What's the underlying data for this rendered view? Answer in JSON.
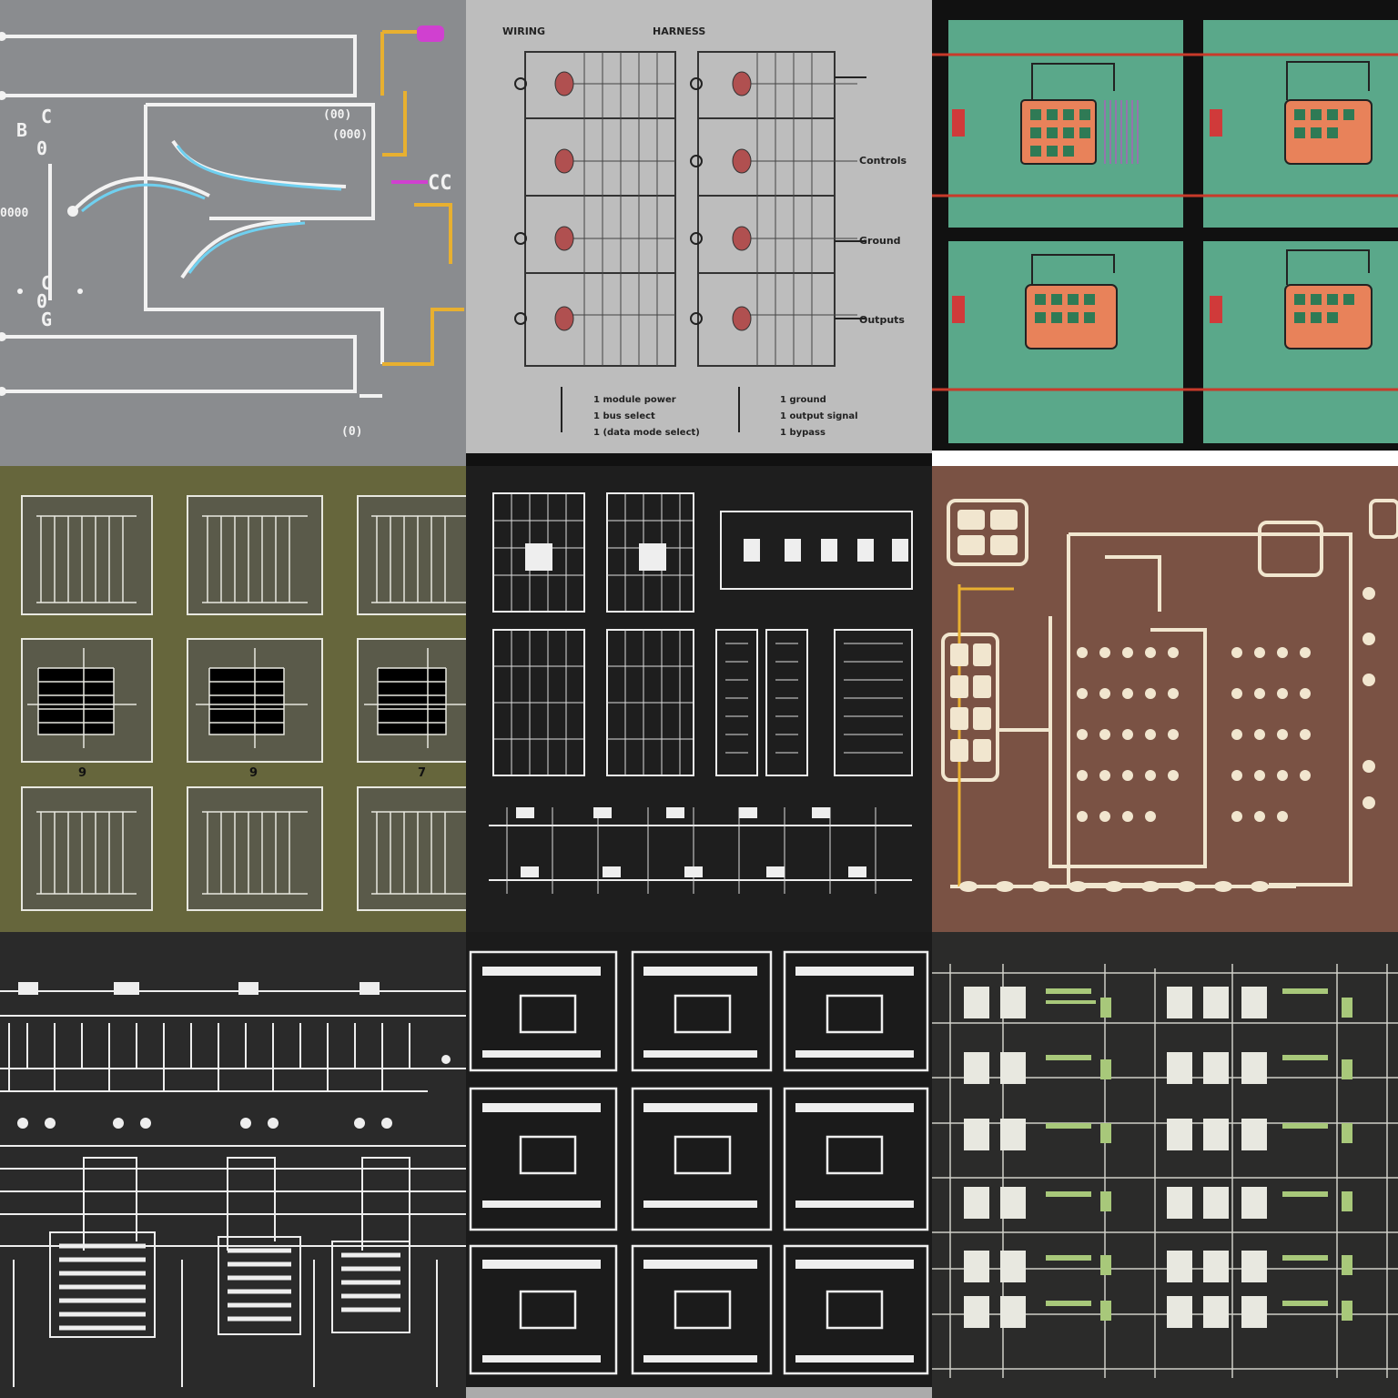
{
  "tiles": [
    {
      "id": "t1",
      "bg": "#8a8c8f",
      "texts": [
        "C",
        "0",
        "B",
        "(00)",
        "(000)",
        "CC",
        "0000",
        "C",
        "0",
        "G",
        "(0)"
      ]
    },
    {
      "id": "t2",
      "bg": "#bdbdbd",
      "header": [
        "WIRING",
        "HARNESS"
      ],
      "side_labels": [
        "Controls",
        "Ground",
        "Outputs"
      ],
      "legend": [
        "1 module power",
        "1 bus select",
        "1 (data mode select)",
        "1 ground",
        "1 output signal",
        "1 bypass"
      ]
    },
    {
      "id": "t3",
      "bg": "#5aa88a"
    },
    {
      "id": "t4",
      "bg": "#66663c",
      "numbers": [
        "9",
        "9",
        "7"
      ]
    },
    {
      "id": "t5",
      "bg": "#1e1e1e"
    },
    {
      "id": "t6",
      "bg": "#7a5244"
    },
    {
      "id": "t7",
      "bg": "#2a2a2a"
    },
    {
      "id": "t8",
      "bg": "#1b1b1b"
    },
    {
      "id": "t9",
      "bg": "#2b2b2a"
    }
  ],
  "colors": {
    "wire_white": "#f2f2f2",
    "wire_yellow": "#e8b030",
    "wire_cyan": "#6fd0f0",
    "wire_magenta": "#d040d0",
    "wire_red": "#c83a2a",
    "chip_orange": "#e8825a",
    "chip_green": "#2f7a55",
    "cream": "#f1e6cf"
  }
}
